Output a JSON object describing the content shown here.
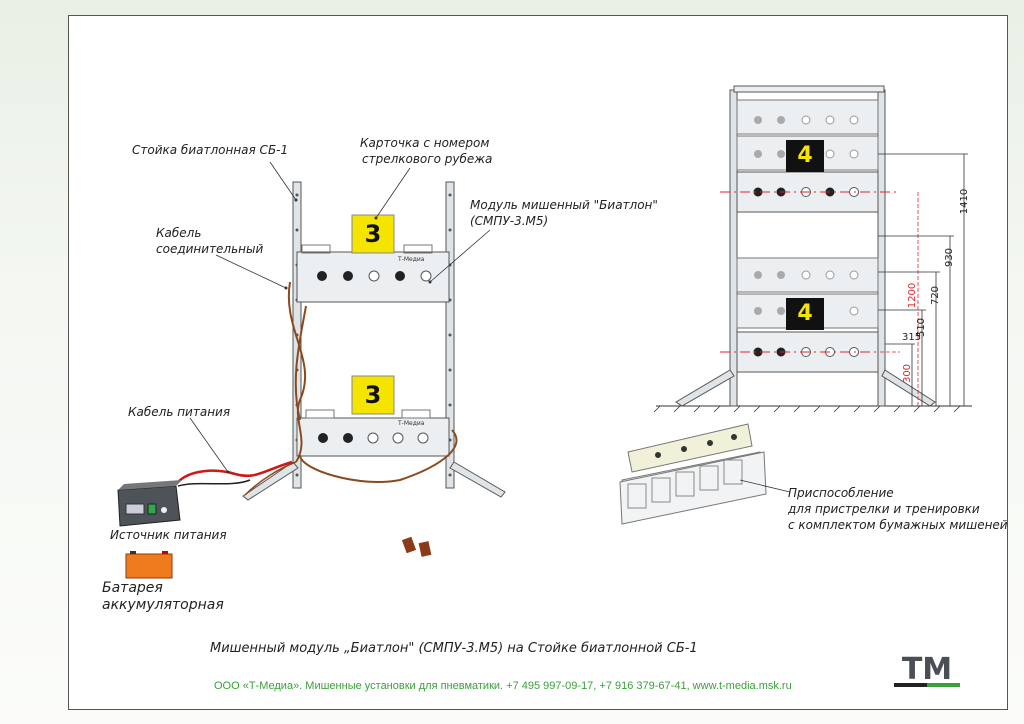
{
  "labels": {
    "stand": "Стойка биатлонная СБ-1",
    "card_line1": "Карточка с номером",
    "card_line2": "стрелкового рубежа",
    "module_line1": "Модуль мишенный \"Биатлон\"",
    "module_line2": "(СМПУ-3.М5)",
    "cable_conn_line1": "Кабель",
    "cable_conn_line2": "соединительный",
    "cable_power": "Кабель питания",
    "power_source": "Источник питания",
    "battery_line1": "Батарея",
    "battery_line2": "аккумуляторная",
    "fixture_line1": "Приспособление",
    "fixture_line2": "для пристрелки и тренировки",
    "fixture_line3": "с комплектом бумажных мишеней"
  },
  "cards": {
    "left_number": "3",
    "right_number": "4"
  },
  "brand_plate": "Т-Медиа",
  "dimensions": [
    "1410",
    "930",
    "720",
    "510",
    "315",
    "1200",
    "300"
  ],
  "caption": "Мишенный модуль „Биатлон\" (СМПУ-3.М5) на Стойке биатлонной СБ-1",
  "footer": "ООО «Т-Медиа». Мишенные установки для пневматики. +7 495 997-09-17, +7 916 379-67-41,  www.t-media.msk.ru",
  "logo_text": "ТМ",
  "colors": {
    "card_yellow": "#f5e400",
    "card_black": "#111111",
    "footer_green": "#3aa03a",
    "dim_red": "#e0262b",
    "cable_brown": "#8b4a1c"
  }
}
